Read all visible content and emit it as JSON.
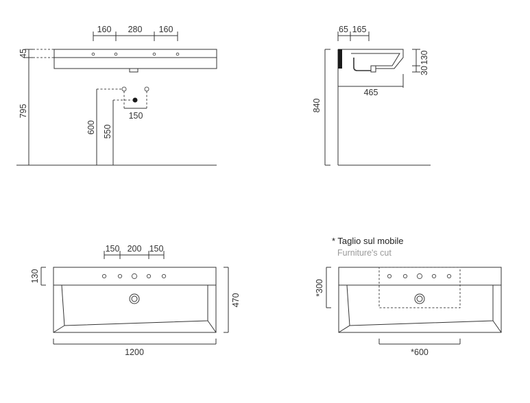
{
  "colors": {
    "line": "#333333",
    "note_secondary": "#9a9a9a",
    "background": "#ffffff"
  },
  "front_view": {
    "top_dims": [
      "160",
      "280",
      "160"
    ],
    "left_dims": [
      "45",
      "795"
    ],
    "pipe_dims": [
      "600",
      "550"
    ],
    "bottom_dim": "150"
  },
  "side_view": {
    "top_dims": [
      "65",
      "165"
    ],
    "right_dims": [
      "30",
      "130"
    ],
    "width_dim": "465",
    "height_dim": "840"
  },
  "top_view": {
    "hole_dims": [
      "150",
      "200",
      "150"
    ],
    "left_dim": "130",
    "right_dim": "470",
    "bottom_dim": "1200"
  },
  "furniture_view": {
    "note_main": "* Taglio sul mobile",
    "note_sub": "Furniture's cut",
    "left_dim": "*300",
    "bottom_dim": "*600"
  }
}
